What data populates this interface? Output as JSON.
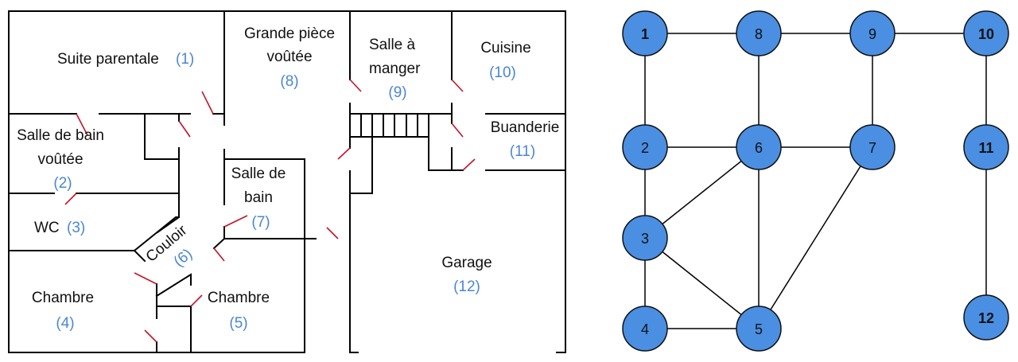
{
  "floor_plan": {
    "rooms": [
      {
        "id": 1,
        "name_lines": [
          "Suite parentale"
        ],
        "number": "(1)"
      },
      {
        "id": 2,
        "name_lines": [
          "Salle de bain",
          "voûtée"
        ],
        "number": "(2)"
      },
      {
        "id": 3,
        "name_lines": [
          "WC"
        ],
        "number": "(3)"
      },
      {
        "id": 4,
        "name_lines": [
          "Chambre"
        ],
        "number": "(4)"
      },
      {
        "id": 5,
        "name_lines": [
          "Chambre"
        ],
        "number": "(5)"
      },
      {
        "id": 6,
        "name_lines": [
          "Couloir"
        ],
        "number": "(6)"
      },
      {
        "id": 7,
        "name_lines": [
          "Salle de",
          "bain"
        ],
        "number": "(7)"
      },
      {
        "id": 8,
        "name_lines": [
          "Grande pièce",
          "voûtée"
        ],
        "number": "(8)"
      },
      {
        "id": 9,
        "name_lines": [
          "Salle à",
          "manger"
        ],
        "number": "(9)"
      },
      {
        "id": 10,
        "name_lines": [
          "Cuisine"
        ],
        "number": "(10)"
      },
      {
        "id": 11,
        "name_lines": [
          "Buanderie"
        ],
        "number": "(11)"
      },
      {
        "id": 12,
        "name_lines": [
          "Garage"
        ],
        "number": "(12)"
      }
    ],
    "colors": {
      "wall": "#000000",
      "door": "#c0152a",
      "number": "#4a86d4"
    }
  },
  "graph": {
    "node_color": "#4a8fe2",
    "nodes": [
      {
        "id": "1",
        "bold": true
      },
      {
        "id": "2",
        "bold": false
      },
      {
        "id": "3",
        "bold": false
      },
      {
        "id": "4",
        "bold": false
      },
      {
        "id": "5",
        "bold": false
      },
      {
        "id": "6",
        "bold": false
      },
      {
        "id": "7",
        "bold": false
      },
      {
        "id": "8",
        "bold": false
      },
      {
        "id": "9",
        "bold": false
      },
      {
        "id": "10",
        "bold": true
      },
      {
        "id": "11",
        "bold": true
      },
      {
        "id": "12",
        "bold": true
      }
    ],
    "edges": [
      [
        "1",
        "8"
      ],
      [
        "8",
        "9"
      ],
      [
        "9",
        "10"
      ],
      [
        "1",
        "2"
      ],
      [
        "8",
        "6"
      ],
      [
        "9",
        "7"
      ],
      [
        "10",
        "11"
      ],
      [
        "2",
        "6"
      ],
      [
        "6",
        "7"
      ],
      [
        "2",
        "3"
      ],
      [
        "3",
        "6"
      ],
      [
        "3",
        "5"
      ],
      [
        "6",
        "5"
      ],
      [
        "7",
        "5"
      ],
      [
        "3",
        "4"
      ],
      [
        "4",
        "5"
      ],
      [
        "11",
        "12"
      ]
    ]
  }
}
